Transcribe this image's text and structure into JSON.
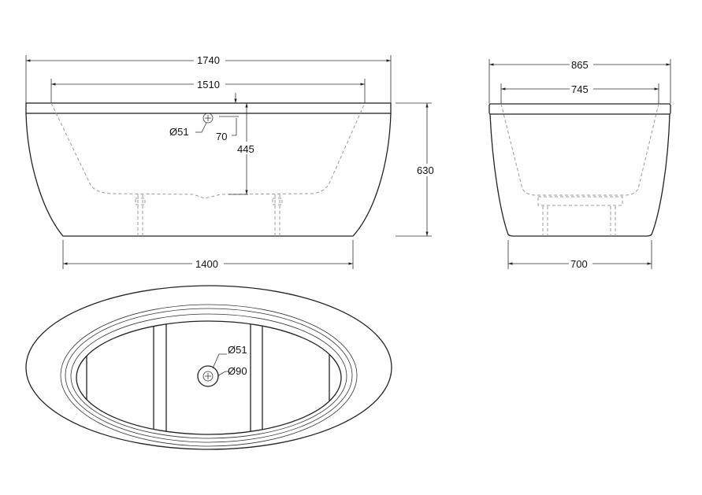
{
  "drawing": {
    "front_view": {
      "overall_length": "1740",
      "inner_length": "1510",
      "overall_height": "630",
      "inner_depth": "445",
      "overflow_offset": "70",
      "overflow_diameter": "Ø51",
      "base_length": "1400"
    },
    "side_view": {
      "overall_width": "865",
      "inner_width": "745",
      "base_width": "700"
    },
    "top_view": {
      "drain_diameter": "Ø51",
      "drain_outer_diameter": "Ø90"
    }
  }
}
